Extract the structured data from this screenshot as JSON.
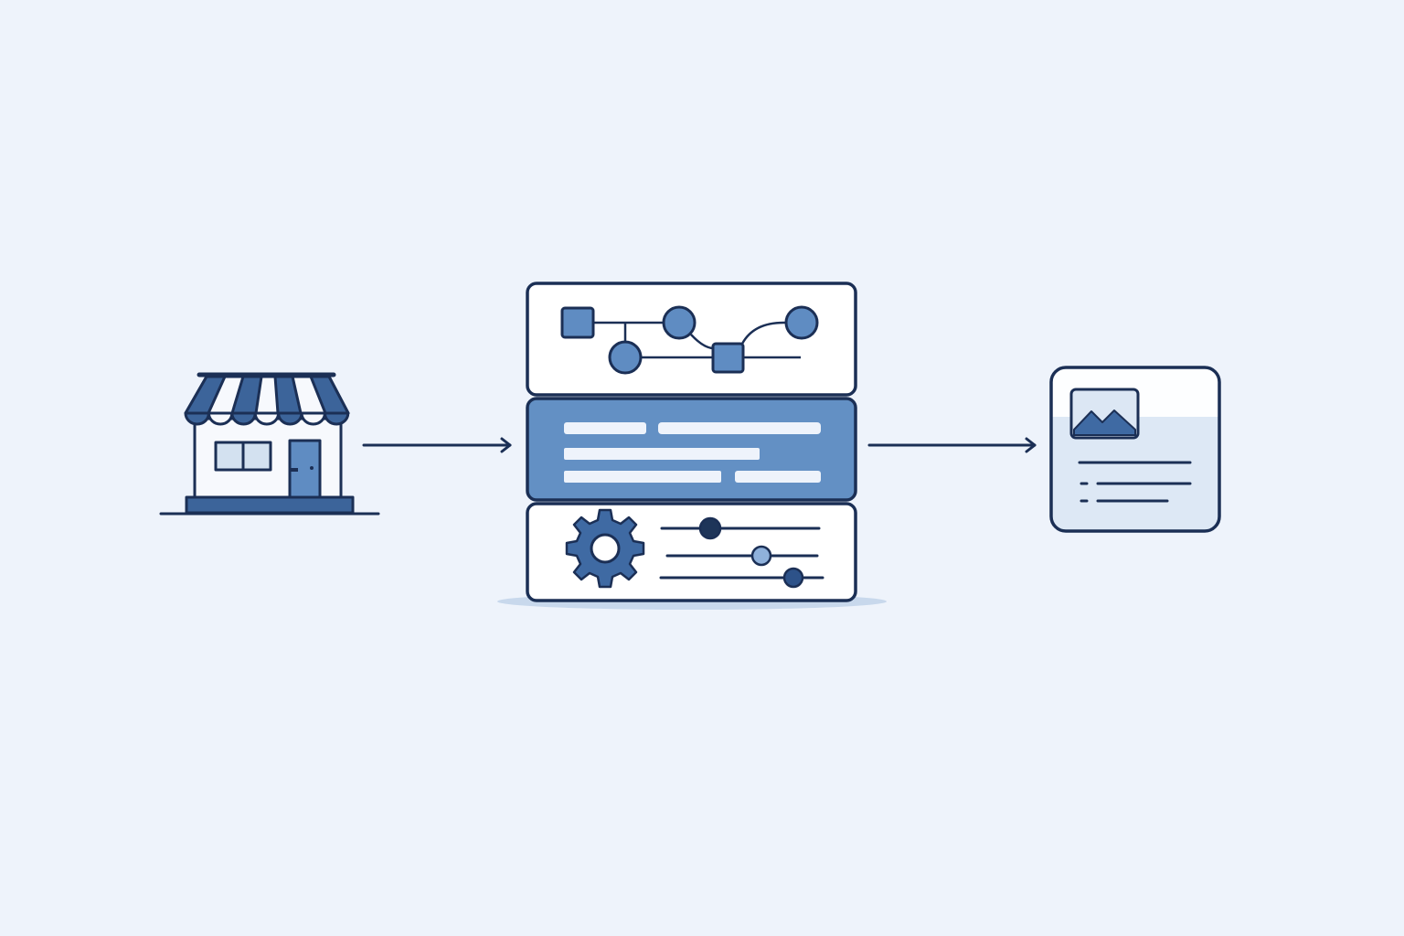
{
  "diagram": {
    "nodes": [
      {
        "id": "store",
        "icon": "storefront-icon"
      },
      {
        "id": "platform",
        "icon": "server-stack-icon",
        "layers": [
          "workflow-graph-icon",
          "content-lines-icon",
          "settings-sliders-icon"
        ]
      },
      {
        "id": "output",
        "icon": "content-card-icon"
      }
    ],
    "edges": [
      {
        "from": "store",
        "to": "platform"
      },
      {
        "from": "platform",
        "to": "output"
      }
    ]
  },
  "colors": {
    "background": "#eef3fb",
    "outline": "#1b2f55",
    "primary": "#5f8cc2",
    "dark": "#2d5289",
    "light": "#dce7f4",
    "white": "#ffffff"
  }
}
